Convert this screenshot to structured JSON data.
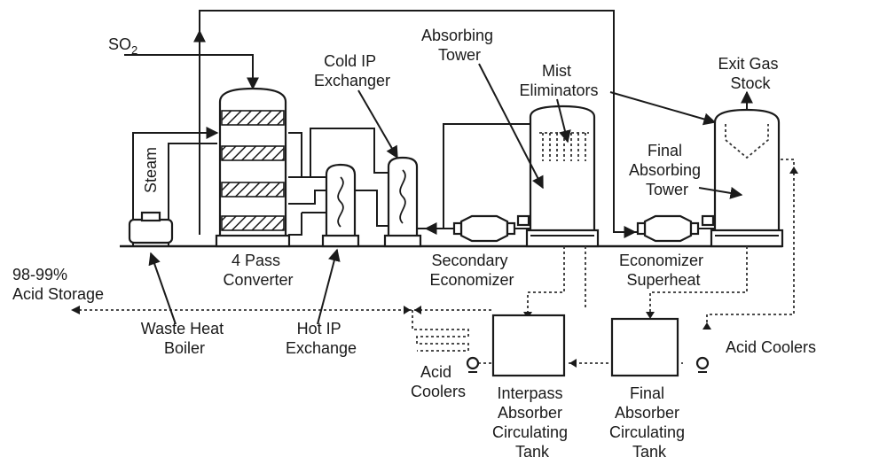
{
  "labels": {
    "so2_main": "SO",
    "so2_sub": "2",
    "absorbing_tower": [
      "Absorbing",
      "Tower"
    ],
    "cold_ip_exchanger": [
      "Cold IP",
      "Exchanger"
    ],
    "mist_eliminators": [
      "Mist",
      "Eliminators"
    ],
    "exit_gas_stock": [
      "Exit Gas",
      "Stock"
    ],
    "steam": "Steam",
    "final_absorbing_tower": [
      "Final",
      "Absorbing",
      "Tower"
    ],
    "four_pass_converter": [
      "4 Pass",
      "Converter"
    ],
    "secondary_economizer": [
      "Secondary",
      "Economizer"
    ],
    "economizer_superheat": [
      "Economizer",
      "Superheat"
    ],
    "acid_storage": [
      "98-99%",
      "Acid Storage"
    ],
    "waste_heat_boiler": [
      "Waste Heat",
      "Boiler"
    ],
    "hot_ip_exchange": [
      "Hot IP",
      "Exchange"
    ],
    "acid_coolers_right": "Acid Coolers",
    "acid_coolers_left": [
      "Acid",
      "Coolers"
    ],
    "interpass_tank": [
      "Interpass",
      "Absorber",
      "Circulating",
      "Tank"
    ],
    "final_tank": [
      "Final",
      "Absorber",
      "Circulating",
      "Tank"
    ]
  }
}
